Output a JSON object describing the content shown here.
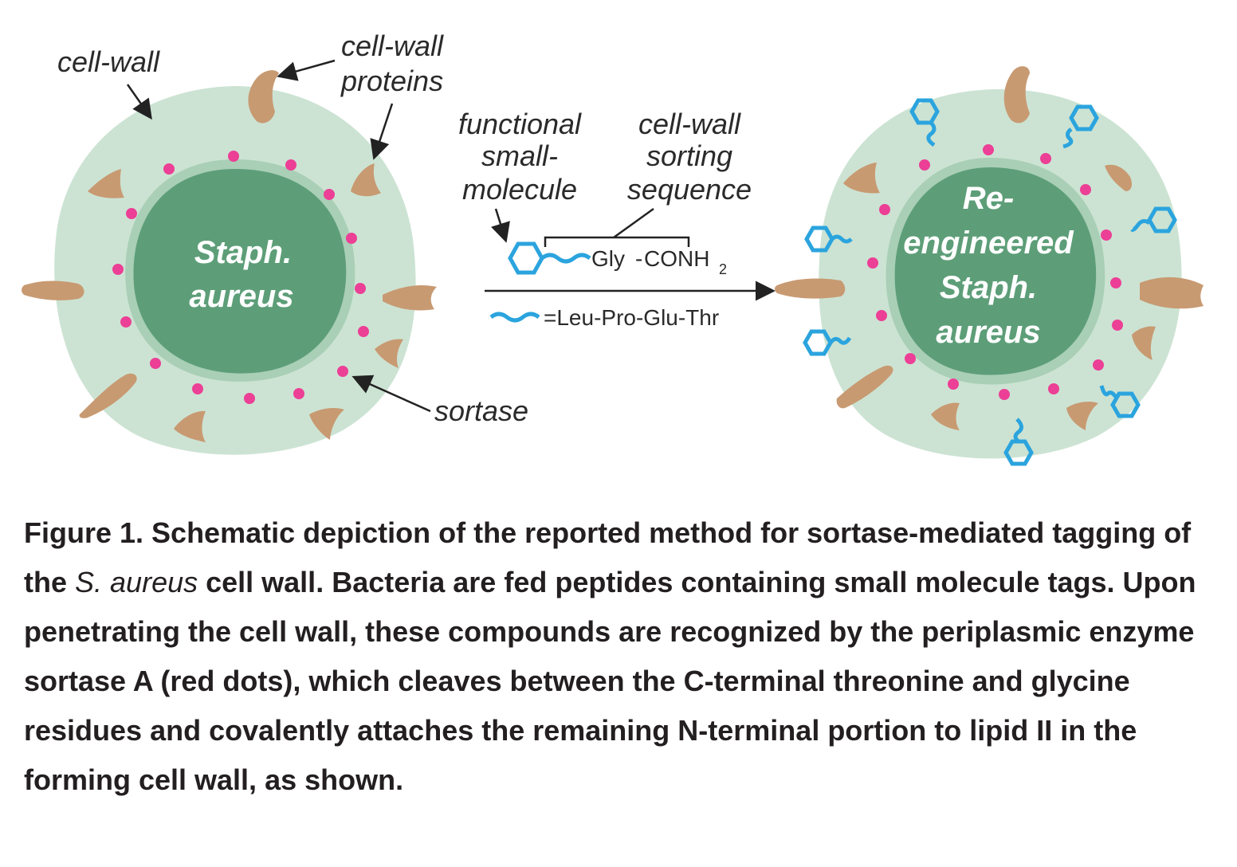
{
  "colors": {
    "outer_wall": "#cce3d3",
    "inner_cell": "#5d9e78",
    "protein": "#c89a72",
    "sortase_dot": "#ec3f96",
    "tag": "#2ba4de",
    "text": "#2a2a2a"
  },
  "labels": {
    "cell_wall": "cell-wall",
    "cell_wall_proteins_1": "cell-wall",
    "cell_wall_proteins_2": "proteins",
    "functional_1": "functional",
    "functional_2": "small-",
    "functional_3": "molecule",
    "sorting_1": "cell-wall",
    "sorting_2": "sorting",
    "sorting_3": "sequence",
    "gly": "Gly",
    "conh": "CONH",
    "conh_sub": "2",
    "legend_eq": "=Leu-Pro-Glu-Thr",
    "sortase": "sortase"
  },
  "left_cell": {
    "line1": "Staph.",
    "line2": "aureus"
  },
  "right_cell": {
    "line1": "Re-",
    "line2": "engineered",
    "line3": "Staph.",
    "line4": "aureus"
  },
  "caption": {
    "prefix": "Figure 1. Schematic depiction of the reported method for sortase-mediated tagging of the ",
    "species": "S. aureus",
    "suffix": " cell wall. Bacteria are fed peptides containing small molecule tags. Upon penetrating the cell wall, these compounds are recognized by the periplasmic enzyme sortase A (red dots), which cleaves between the C-terminal threonine and glycine residues and covalently attaches the remaining N-terminal portion to lipid II in the forming cell wall, as shown."
  }
}
